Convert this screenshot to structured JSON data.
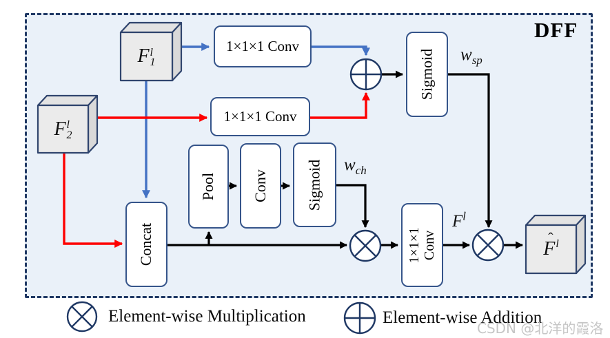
{
  "title": "DFF",
  "nodes": {
    "conv1": "1×1×1 Conv",
    "conv2": "1×1×1 Conv",
    "sigmoid_spatial": "Sigmoid",
    "pool": "Pool",
    "conv_channel": "Conv",
    "sigmoid_channel": "Sigmoid",
    "concat": "Concat",
    "conv3_line1": "1×1×1",
    "conv3_line2": "Conv"
  },
  "tensors": {
    "f1": {
      "base": "F",
      "sub": "1",
      "sup": "l"
    },
    "f2": {
      "base": "F",
      "sub": "2",
      "sup": "l"
    },
    "f_out": {
      "base": "F",
      "hat": "ˆ",
      "sup": "l"
    }
  },
  "weights": {
    "w_sp": {
      "base": "w",
      "sub": "sp"
    },
    "w_ch": {
      "base": "w",
      "ch_sub": "ch"
    },
    "f_l": {
      "base": "F",
      "sup": "l"
    }
  },
  "legend": {
    "multiplication": "Element-wise Multiplication",
    "addition": "Element-wise Addition"
  },
  "watermark": "CSDN @北洋的霞洛",
  "colors": {
    "panel_background": "#EAF1F9",
    "border_navy": "#1F3864",
    "box_border": "#35548A",
    "arrow_blue": "#4472C4",
    "arrow_red": "#FE0000",
    "arrow_black": "#000000",
    "cube_front": "#EBEBEB",
    "cube_top": "#E3E3E3",
    "cube_side": "#D9D9D9",
    "watermark_gray": "#C6C6C6"
  }
}
